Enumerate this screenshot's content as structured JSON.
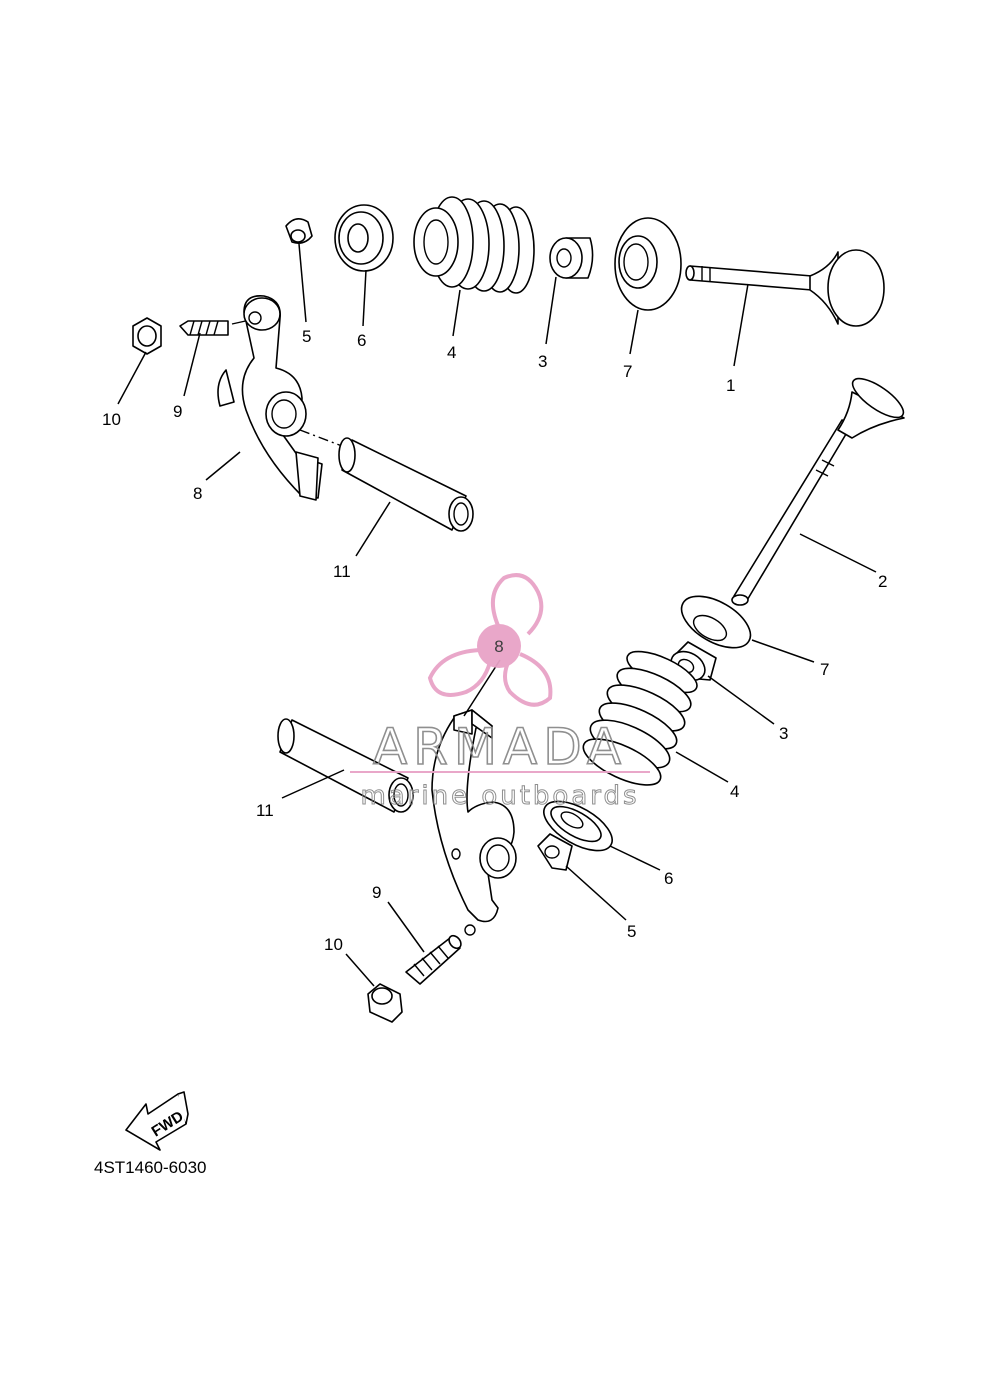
{
  "callouts": {
    "upper": [
      "5",
      "6",
      "4",
      "3",
      "7",
      "1",
      "10",
      "9",
      "8",
      "11"
    ],
    "lower": [
      "2",
      "7",
      "3",
      "4",
      "6",
      "5",
      "11",
      "9",
      "10"
    ]
  },
  "watermark": {
    "badge": "8",
    "brand": "ARMADA",
    "tagline": "marine outboards",
    "color": "#e8a3c7"
  },
  "fwd_arrow": "FWD",
  "diagram_code": "4ST1460-6030"
}
